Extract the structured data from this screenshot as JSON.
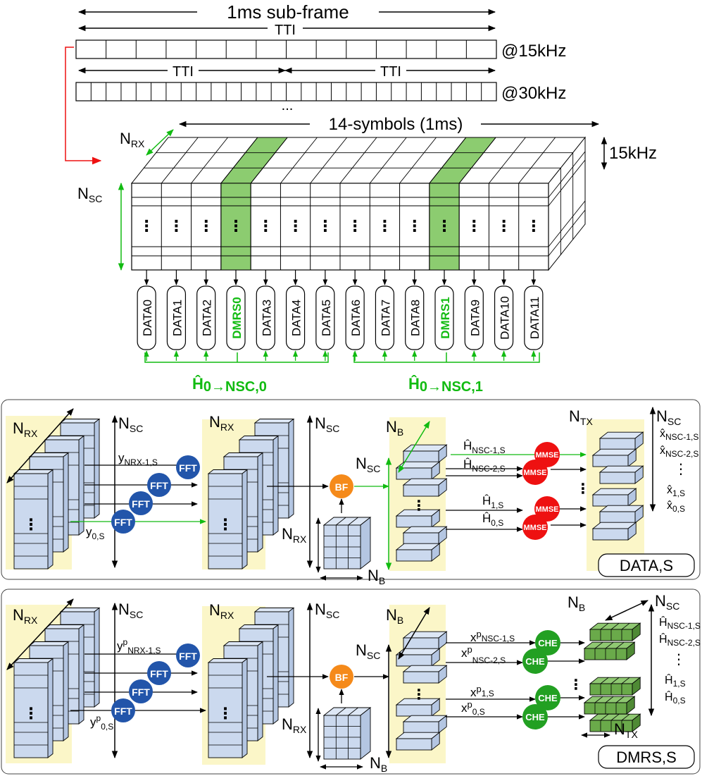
{
  "colors": {
    "green": "#11bb11",
    "dmrs_fill": "#8ccc70",
    "red_arrow": "#ee1111",
    "fft_blue": "#2255aa",
    "bf_orange": "#f58a1a",
    "mmse_red": "#ee1111",
    "che_green": "#22a022",
    "cube_blue": "#cbd9ee",
    "cube_green": "#6aaa4a",
    "highlight_yellow": "#fbf6c8"
  },
  "top": {
    "subframe_label": "1ms sub-frame",
    "tti_label": "TTI",
    "rate_15": "@15kHz",
    "rate_30": "@30kHz",
    "ellipsis": "...",
    "symbols_label": "14-symbols (1ms)",
    "scs_label": "15kHz",
    "vertical_dots": "⋮"
  },
  "axes": {
    "n_rx": "N",
    "n_rx_sub": "RX",
    "n_sc": "N",
    "n_sc_sub": "SC",
    "n_b": "N",
    "n_b_sub": "B",
    "n_tx": "N",
    "n_tx_sub": "TX"
  },
  "symbols": [
    "DATA0",
    "DATA1",
    "DATA2",
    "DMRS0",
    "DATA3",
    "DATA4",
    "DATA5",
    "DATA6",
    "DATA7",
    "DATA8",
    "DMRS1",
    "DATA9",
    "DATA10",
    "DATA11"
  ],
  "channel_estimates": {
    "h0_main": "Ĥ",
    "h0_sub": "0→NSC,0",
    "h1_main": "Ĥ",
    "h1_sub": "0→NSC,1"
  },
  "data_panel": {
    "fft": "FFT",
    "bf": "BF",
    "mmse": "MMSE",
    "y_top_main": "y",
    "y_top_sub": "NRX-1,S",
    "y_bot_main": "y",
    "y_bot_sub": "0,S",
    "h_labels": [
      {
        "main": "Ĥ",
        "sub": "NSC-1,S"
      },
      {
        "main": "Ĥ",
        "sub": "NSC-2,S"
      },
      {
        "main": "Ĥ",
        "sub": "1,S"
      },
      {
        "main": "Ĥ",
        "sub": "0,S"
      }
    ],
    "x_labels": [
      {
        "main": "x̂",
        "sub": "NSC-1,S"
      },
      {
        "main": "x̂",
        "sub": "NSC-2,S"
      },
      {
        "main": "x̂",
        "sub": "1,S"
      },
      {
        "main": "x̂",
        "sub": "0,S"
      }
    ],
    "tag": "DATA,S"
  },
  "dmrs_panel": {
    "fft": "FFT",
    "bf": "BF",
    "che": "CHE",
    "y_top_main": "y",
    "y_top_sup": "p",
    "y_top_sub": "NRX-1,S",
    "y_bot_main": "y",
    "y_bot_sup": "p",
    "y_bot_sub": "0,S",
    "xp_labels": [
      {
        "main": "x",
        "sup": "p",
        "sub": "NSC-1,S"
      },
      {
        "main": "x",
        "sup": "p",
        "sub": "NSC-2,S"
      },
      {
        "main": "x",
        "sup": "p",
        "sub": "1,S"
      },
      {
        "main": "x",
        "sup": "p",
        "sub": "0,S"
      }
    ],
    "h_labels": [
      {
        "main": "Ĥ",
        "sub": "NSC-1,S"
      },
      {
        "main": "Ĥ",
        "sub": "NSC-2,S"
      },
      {
        "main": "Ĥ",
        "sub": "1,S"
      },
      {
        "main": "Ĥ",
        "sub": "0,S"
      }
    ],
    "tag": "DMRS,S"
  }
}
